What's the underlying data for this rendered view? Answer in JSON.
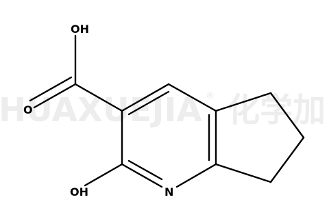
{
  "structure": {
    "atoms": {
      "carboxyl_oh": "OH",
      "carbonyl_o": "O",
      "hydroxyl_oh": "OH",
      "ring_n": "N"
    }
  },
  "watermark": {
    "text": "HUAXUEJIA",
    "registered": "®",
    "cn_text": "化学加"
  }
}
